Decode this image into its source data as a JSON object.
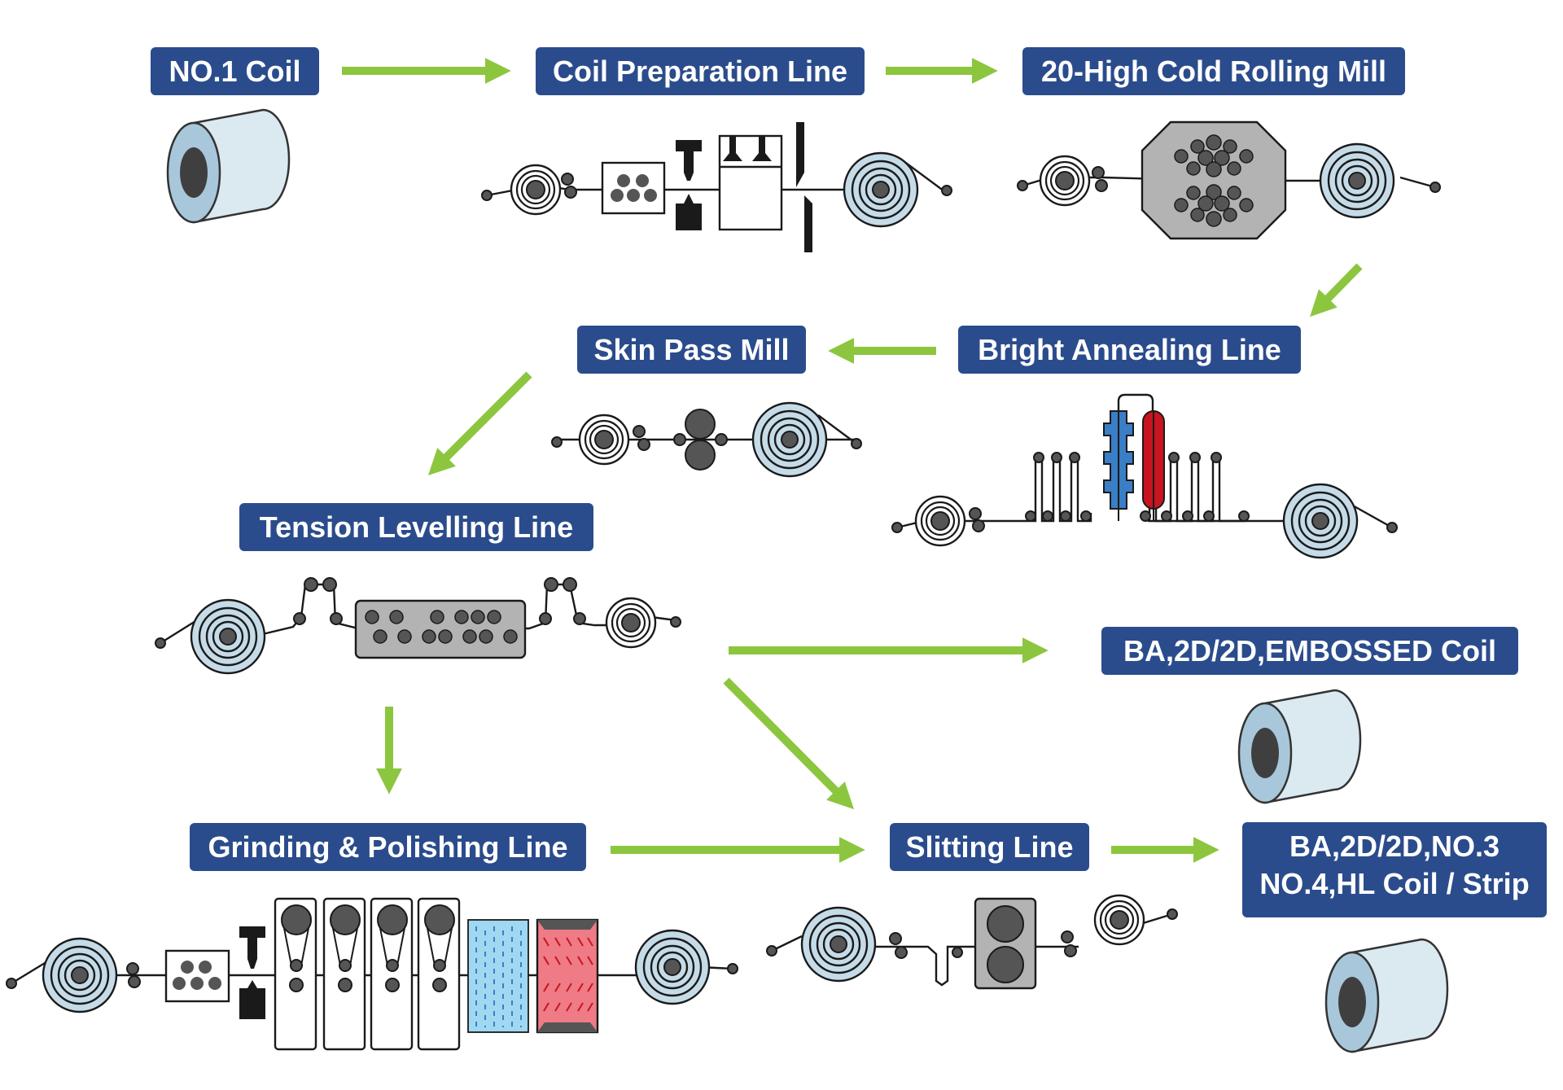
{
  "colors": {
    "label_bg": "#2b4c8c",
    "label_text": "#ffffff",
    "arrow": "#8cc63f",
    "coil_fill": "#c5dbe8",
    "coil_light": "#dbe9f1",
    "roll_gray": "#555555",
    "machine_gray": "#b3b3b3",
    "annealing_blue": "#3a7ec6",
    "annealing_red": "#c8141e",
    "polish_blue": "#9fd8f0",
    "polish_red": "#ee7b85",
    "line_black": "#1a1a1a"
  },
  "stages": {
    "no1_coil": "NO.1 Coil",
    "coil_preparation": "Coil Preparation Line",
    "cold_rolling": "20-High Cold Rolling Mill",
    "bright_annealing": "Bright Annealing Line",
    "skin_pass": "Skin Pass Mill",
    "tension_levelling": "Tension Levelling Line",
    "ba_embossed": "BA,2D/2D,EMBOSSED Coil",
    "grinding_polishing": "Grinding & Polishing Line",
    "slitting": "Slitting Line",
    "final_line1": "BA,2D/2D,NO.3",
    "final_line2": "NO.4,HL Coil / Strip"
  },
  "icons": {
    "coil": "coil-icon",
    "arrow": "arrow-icon",
    "process_line": "process-line-icon"
  }
}
